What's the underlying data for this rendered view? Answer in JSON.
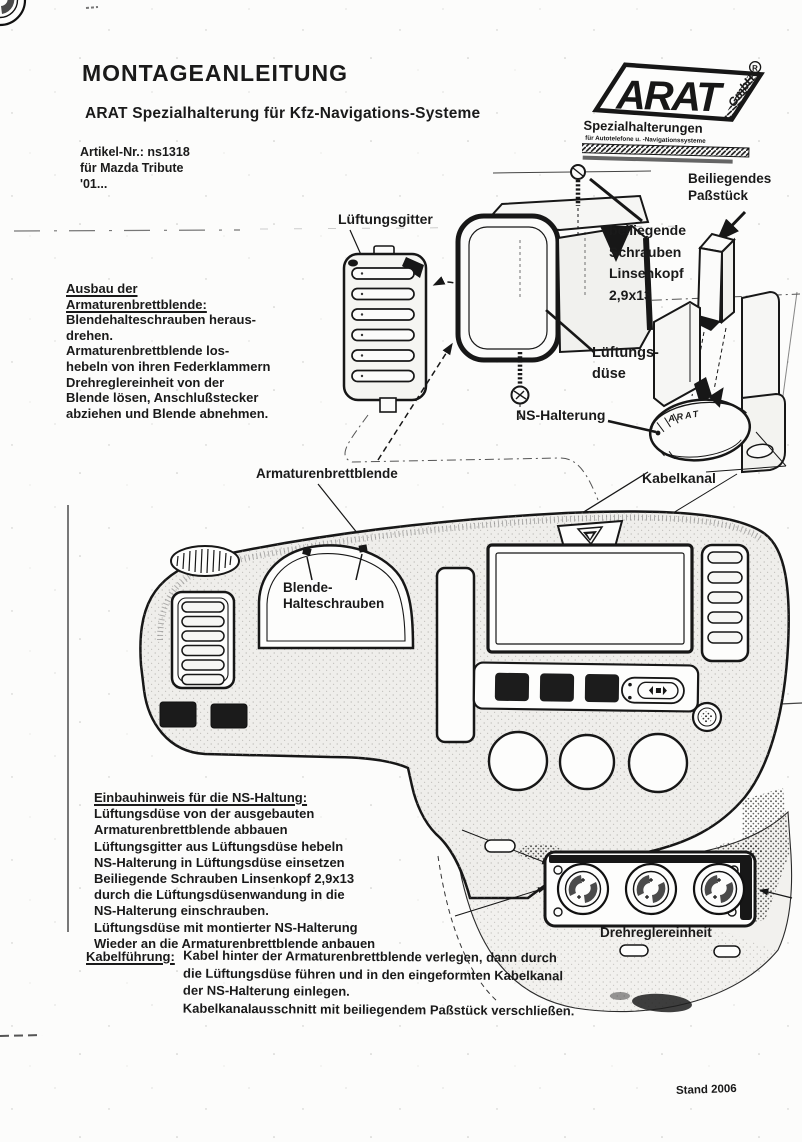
{
  "page": {
    "title": "MONTAGEANLEITUNG",
    "subtitle": "ARAT Spezialhalterung für Kfz-Navigations-Systeme",
    "article_no": "Artikel-Nr.: ns1318",
    "vehicle": "für Mazda Tribute",
    "model_year": "'01...",
    "footer": "Stand 2006"
  },
  "colors": {
    "ink": "#171717",
    "paper": "#fcfcfb"
  },
  "logo": {
    "brand": "ARAT",
    "brand_suffix": "GmbH",
    "registered": "R",
    "line1": "Spezialhalterungen",
    "line2": "für Autotelefone u. -Navigationssysteme"
  },
  "sections": {
    "ausbau": {
      "heading_line1": "Ausbau der",
      "heading_line2": "Armaturenbrettblende:",
      "lines": [
        "Blendehalteschrauben heraus-",
        "drehen.",
        "Armaturenbrettblende los-",
        "hebeln von ihren Federklammern",
        "Drehreglereinheit von der",
        "Blende lösen, Anschlußstecker",
        "abziehen und Blende abnehmen."
      ]
    },
    "einbau": {
      "heading": "Einbauhinweis für die NS-Haltung:",
      "lines": [
        "Lüftungsdüse von der ausgebauten",
        "Armaturenbrettblende abbauen",
        "Lüftungsgitter aus Lüftungsdüse hebeln",
        "NS-Halterung in Lüftungsdüse einsetzen",
        "Beiliegende Schrauben Linsenkopf 2,9x13",
        "durch die Lüftungsdüsenwandung in die",
        "NS-Halterung einschrauben.",
        "Lüftungsdüse mit montierter NS-Halterung",
        "Wieder an die Armaturenbrettblende anbauen"
      ]
    },
    "kabel": {
      "heading": "Kabelführung:",
      "lines": [
        "Kabel hinter der Armaturenbrettblende verlegen, dann durch",
        "die Lüftungsdüse führen und in den eingeformten Kabelkanal",
        "der NS-Halterung einlegen.",
        "Kabelkanalausschnitt mit beiliegendem Paßstück verschließen."
      ]
    }
  },
  "diagram_labels": {
    "lueftungsgitter": "Lüftungsgitter",
    "schrauben_l1": "beiliegende",
    "schrauben_l2": "Schrauben",
    "schrauben_l3": "Linsenkopf",
    "schrauben_l4": "2,9x13",
    "passstueck_l1": "Beiliegendes",
    "passstueck_l2": "Paßstück",
    "duese_l1": "Lüftungs-",
    "duese_l2": "düse",
    "ns_halterung": "NS-Halterung",
    "kabelkanal": "Kabelkanal",
    "armaturenbrettblende": "Armaturenbrettblende",
    "blendeschrauben_l1": "Blende-",
    "blendeschrauben_l2": "Halteschrauben",
    "drehregler": "Drehreglereinheit",
    "pod_text": "ARAT"
  }
}
